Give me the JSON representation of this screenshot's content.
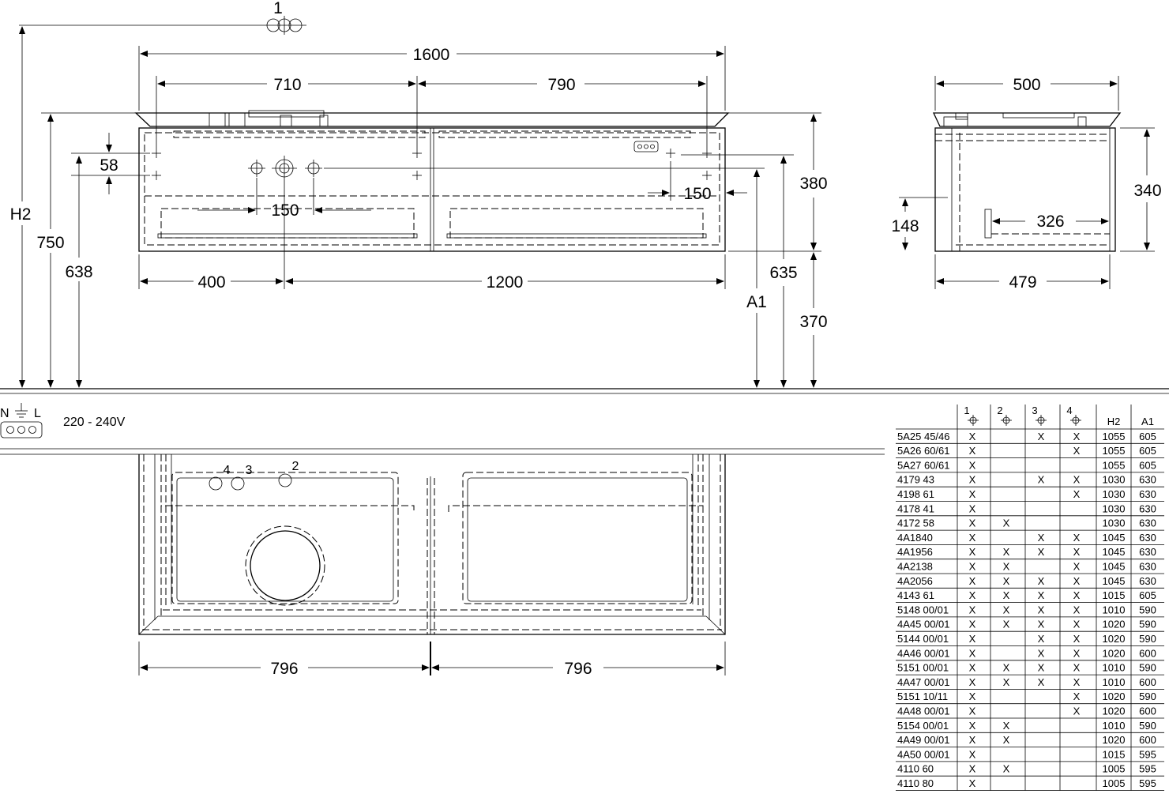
{
  "front_view": {
    "callout": "1",
    "width_total": "1600",
    "width_left": "710",
    "width_right": "790",
    "hole_spacing_v": "58",
    "tap_spacing": "150",
    "side_offset": "150",
    "height_body": "380",
    "height_floor": "370",
    "left_400": "400",
    "right_1200": "1200",
    "h2": "H2",
    "h750": "750",
    "h638": "638",
    "h635": "635",
    "a1": "A1"
  },
  "side_view": {
    "depth_top": "500",
    "depth_bottom": "479",
    "height": "340",
    "h148": "148",
    "inner_326": "326"
  },
  "plan_view": {
    "width_left": "796",
    "width_right": "796",
    "label_4": "4",
    "label_3": "3",
    "label_2": "2"
  },
  "socket": {
    "n": "N",
    "l": "L",
    "voltage": "220 - 240V"
  },
  "table": {
    "headers": [
      "1",
      "2",
      "3",
      "4",
      "H2",
      "A1"
    ],
    "rows": [
      {
        "code": "5A25 45/46",
        "c1": "X",
        "c2": "",
        "c3": "X",
        "c4": "X",
        "h2": "1055",
        "a1": "605"
      },
      {
        "code": "5A26 60/61",
        "c1": "X",
        "c2": "",
        "c3": "",
        "c4": "X",
        "h2": "1055",
        "a1": "605"
      },
      {
        "code": "5A27 60/61",
        "c1": "X",
        "c2": "",
        "c3": "",
        "c4": "",
        "h2": "1055",
        "a1": "605"
      },
      {
        "code": "4179 43",
        "c1": "X",
        "c2": "",
        "c3": "X",
        "c4": "X",
        "h2": "1030",
        "a1": "630"
      },
      {
        "code": "4198 61",
        "c1": "X",
        "c2": "",
        "c3": "",
        "c4": "X",
        "h2": "1030",
        "a1": "630"
      },
      {
        "code": "4178 41",
        "c1": "X",
        "c2": "",
        "c3": "",
        "c4": "",
        "h2": "1030",
        "a1": "630"
      },
      {
        "code": "4172 58",
        "c1": "X",
        "c2": "X",
        "c3": "",
        "c4": "",
        "h2": "1030",
        "a1": "630"
      },
      {
        "code": "4A1840",
        "c1": "X",
        "c2": "",
        "c3": "X",
        "c4": "X",
        "h2": "1045",
        "a1": "630"
      },
      {
        "code": "4A1956",
        "c1": "X",
        "c2": "X",
        "c3": "X",
        "c4": "X",
        "h2": "1045",
        "a1": "630"
      },
      {
        "code": "4A2138",
        "c1": "X",
        "c2": "X",
        "c3": "",
        "c4": "X",
        "h2": "1045",
        "a1": "630"
      },
      {
        "code": "4A2056",
        "c1": "X",
        "c2": "X",
        "c3": "X",
        "c4": "X",
        "h2": "1045",
        "a1": "630"
      },
      {
        "code": "4143 61",
        "c1": "X",
        "c2": "X",
        "c3": "X",
        "c4": "X",
        "h2": "1015",
        "a1": "605"
      },
      {
        "code": "5148 00/01",
        "c1": "X",
        "c2": "X",
        "c3": "X",
        "c4": "X",
        "h2": "1010",
        "a1": "590"
      },
      {
        "code": "4A45 00/01",
        "c1": "X",
        "c2": "X",
        "c3": "X",
        "c4": "X",
        "h2": "1020",
        "a1": "590"
      },
      {
        "code": "5144 00/01",
        "c1": "X",
        "c2": "",
        "c3": "X",
        "c4": "X",
        "h2": "1020",
        "a1": "590"
      },
      {
        "code": "4A46 00/01",
        "c1": "X",
        "c2": "",
        "c3": "X",
        "c4": "X",
        "h2": "1020",
        "a1": "600"
      },
      {
        "code": "5151 00/01",
        "c1": "X",
        "c2": "X",
        "c3": "X",
        "c4": "X",
        "h2": "1010",
        "a1": "590"
      },
      {
        "code": "4A47 00/01",
        "c1": "X",
        "c2": "X",
        "c3": "X",
        "c4": "X",
        "h2": "1010",
        "a1": "600"
      },
      {
        "code": "5151 10/11",
        "c1": "X",
        "c2": "",
        "c3": "",
        "c4": "X",
        "h2": "1020",
        "a1": "590"
      },
      {
        "code": "4A48 00/01",
        "c1": "X",
        "c2": "",
        "c3": "",
        "c4": "X",
        "h2": "1020",
        "a1": "600"
      },
      {
        "code": "5154 00/01",
        "c1": "X",
        "c2": "X",
        "c3": "",
        "c4": "",
        "h2": "1010",
        "a1": "590"
      },
      {
        "code": "4A49 00/01",
        "c1": "X",
        "c2": "X",
        "c3": "",
        "c4": "",
        "h2": "1020",
        "a1": "600"
      },
      {
        "code": "4A50 00/01",
        "c1": "X",
        "c2": "",
        "c3": "",
        "c4": "",
        "h2": "1015",
        "a1": "595"
      },
      {
        "code": "4110 60",
        "c1": "X",
        "c2": "X",
        "c3": "",
        "c4": "",
        "h2": "1005",
        "a1": "595"
      },
      {
        "code": "4110 80",
        "c1": "X",
        "c2": "",
        "c3": "",
        "c4": "",
        "h2": "1005",
        "a1": "595"
      }
    ]
  }
}
